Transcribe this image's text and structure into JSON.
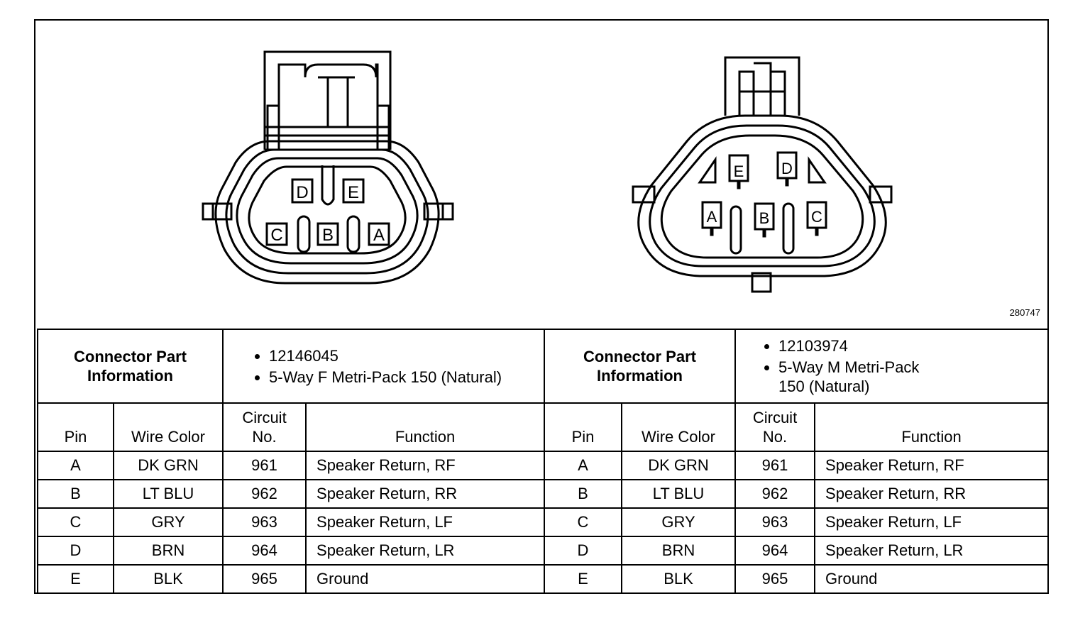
{
  "figure_id": "280747",
  "left_connector": {
    "title_line1": "Connector Part",
    "title_line2": "Information",
    "part_number": "12146045",
    "description": "5-Way F Metri-Pack 150 (Natural)",
    "pins_drawn": [
      "D",
      "E",
      "C",
      "B",
      "A"
    ],
    "headers": {
      "pin": "Pin",
      "wire_color": "Wire Color",
      "circuit_line1": "Circuit",
      "circuit_line2": "No.",
      "function": "Function"
    },
    "rows": [
      {
        "pin": "A",
        "wire_color": "DK GRN",
        "circuit": "961",
        "function": "Speaker Return, RF"
      },
      {
        "pin": "B",
        "wire_color": "LT BLU",
        "circuit": "962",
        "function": "Speaker Return, RR"
      },
      {
        "pin": "C",
        "wire_color": "GRY",
        "circuit": "963",
        "function": "Speaker Return, LF"
      },
      {
        "pin": "D",
        "wire_color": "BRN",
        "circuit": "964",
        "function": "Speaker Return, LR"
      },
      {
        "pin": "E",
        "wire_color": "BLK",
        "circuit": "965",
        "function": "Ground"
      }
    ]
  },
  "right_connector": {
    "title_line1": "Connector Part",
    "title_line2": "Information",
    "part_number": "12103974",
    "description_line1": "5-Way M Metri-Pack",
    "description_line2": "150 (Natural)",
    "pins_drawn": [
      "E",
      "D",
      "A",
      "B",
      "C"
    ],
    "headers": {
      "pin": "Pin",
      "wire_color": "Wire Color",
      "circuit_line1": "Circuit",
      "circuit_line2": "No.",
      "function": "Function"
    },
    "rows": [
      {
        "pin": "A",
        "wire_color": "DK GRN",
        "circuit": "961",
        "function": "Speaker Return, RF"
      },
      {
        "pin": "B",
        "wire_color": "LT BLU",
        "circuit": "962",
        "function": "Speaker Return, RR"
      },
      {
        "pin": "C",
        "wire_color": "GRY",
        "circuit": "963",
        "function": "Speaker Return, LF"
      },
      {
        "pin": "D",
        "wire_color": "BRN",
        "circuit": "964",
        "function": "Speaker Return, LR"
      },
      {
        "pin": "E",
        "wire_color": "BLK",
        "circuit": "965",
        "function": "Ground"
      }
    ]
  }
}
